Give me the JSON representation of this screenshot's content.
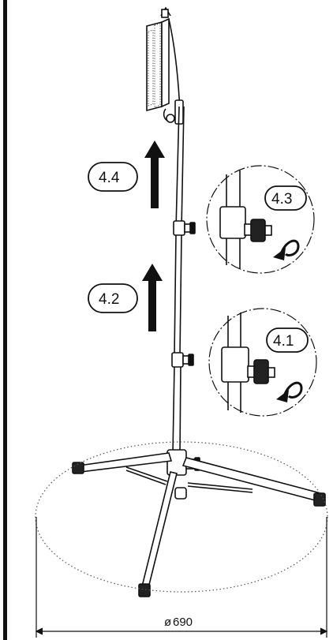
{
  "steps": {
    "s44": "4.4",
    "s42": "4.2",
    "s43": "4.3",
    "s41": "4.1"
  },
  "dimension": {
    "symbol": "ø",
    "value": "690"
  },
  "icons": {
    "arrows": "arrow-up-icon",
    "rotate": "rotate-counterclockwise-icon"
  },
  "colors": {
    "line": "#111111",
    "dotted_base": "#555555",
    "background": "#ffffff"
  }
}
